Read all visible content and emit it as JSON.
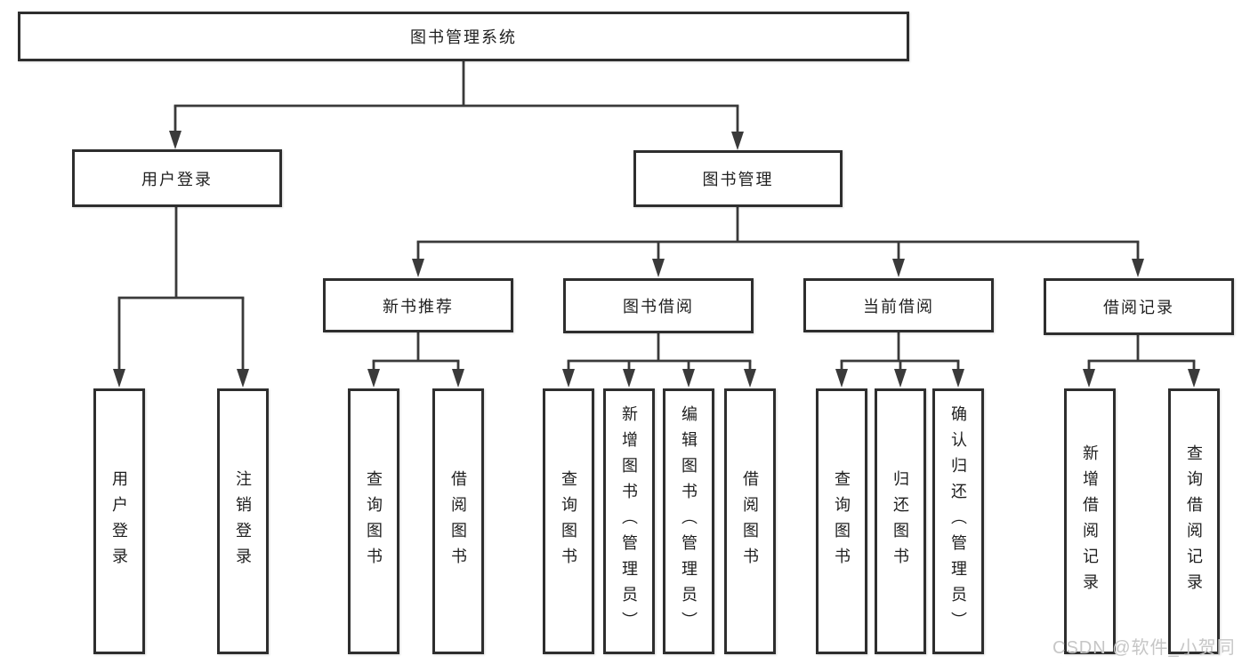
{
  "tree": {
    "root": {
      "label": "图书管理系统"
    },
    "user_login": {
      "label": "用户登录",
      "children": [
        {
          "label": "用户登录"
        },
        {
          "label": "注销登录"
        }
      ]
    },
    "book_management": {
      "label": "图书管理",
      "sections": [
        {
          "label": "新书推荐",
          "children": [
            {
              "label": "查询图书"
            },
            {
              "label": "借阅图书"
            }
          ]
        },
        {
          "label": "图书借阅",
          "children": [
            {
              "label": "查询图书"
            },
            {
              "label": "新增图书（管理员）"
            },
            {
              "label": "编辑图书（管理员）"
            },
            {
              "label": "借阅图书"
            }
          ]
        },
        {
          "label": "当前借阅",
          "children": [
            {
              "label": "查询图书"
            },
            {
              "label": "归还图书"
            },
            {
              "label": "确认归还（管理员）"
            }
          ]
        },
        {
          "label": "借阅记录",
          "children": [
            {
              "label": "新增借阅记录"
            },
            {
              "label": "查询借阅记录"
            }
          ]
        }
      ]
    }
  },
  "watermark": {
    "text": "CSDN @软件_小贺同学"
  },
  "colors": {
    "line": "#3a3a3a",
    "box_border": "#2e2e2e",
    "text": "#1f1f1f",
    "background": "#ffffff",
    "watermark": "#c6c6c6"
  }
}
